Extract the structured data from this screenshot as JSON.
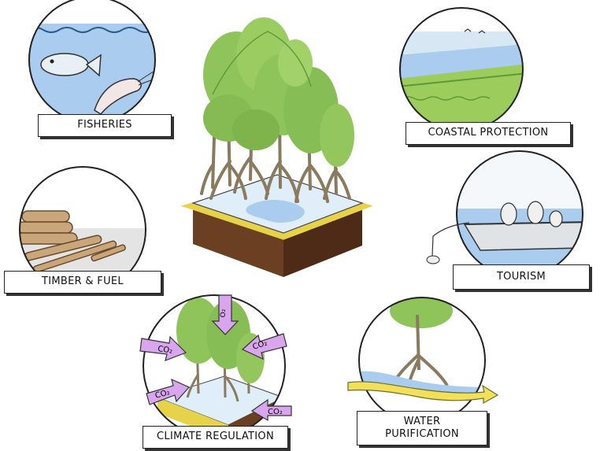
{
  "services": {
    "fisheries": "FISHERIES",
    "coastal_protection": "COASTAL PROTECTION",
    "timber_fuel": "TIMBER & FUEL",
    "tourism": "TOURISM",
    "climate_regulation": "CLIMATE REGULATION",
    "water_purification": "WATER\nPURIFICATION"
  },
  "gas_labels": {
    "o2": "O₂",
    "co2": "CO₂"
  },
  "colors": {
    "foliage": "#8fc45a",
    "foliage_dark": "#5e9a3a",
    "trunk": "#8a7a5e",
    "water": "#a9ccef",
    "soil": "#6b3f22",
    "sand": "#e6d34a",
    "arrow": "#d9a6ee",
    "water_flow": "#f2e05a"
  }
}
